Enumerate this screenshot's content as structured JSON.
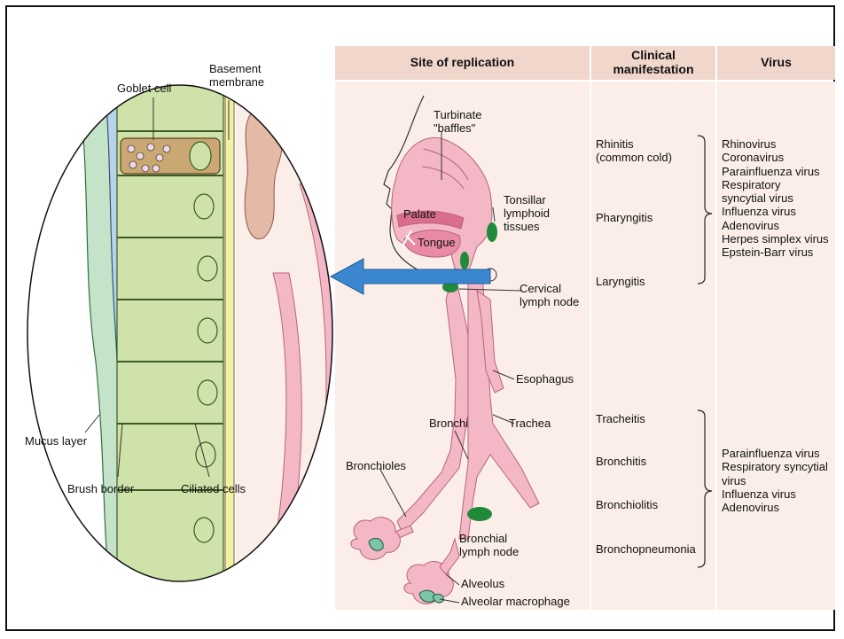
{
  "table": {
    "headers": {
      "site": "Site of replication",
      "clinical": "Clinical\nmanifestation",
      "virus": "Virus"
    },
    "upper": {
      "manifestations": [
        "Rhinitis\n(common cold)",
        "Pharyngitis",
        "Laryngitis"
      ],
      "viruses": "Rhinovirus\nCoronavirus\nParainfluenza virus\nRespiratory\nsyncytial virus\nInfluenza virus\nAdenovirus\nHerpes simplex virus\nEpstein-Barr virus"
    },
    "lower": {
      "manifestations": [
        "Tracheitis",
        "Bronchitis",
        "Bronchiolitis",
        "Bronchopneumonia"
      ],
      "viruses": "Parainfluenza virus\nRespiratory syncytial\nvirus\nInfluenza virus\nAdenovirus"
    }
  },
  "airway_labels": {
    "turbinate": "Turbinate\n\"baffles\"",
    "tonsillar": "Tonsillar\nlymphoid\ntissues",
    "palate": "Palate",
    "tongue": "Tongue",
    "cervical": "Cervical\nlymph node",
    "esophagus": "Esophagus",
    "trachea": "Trachea",
    "bronchi": "Bronchi",
    "bronchioles": "Bronchioles",
    "bronchial": "Bronchial\nlymph node",
    "alveolus": "Alveolus",
    "macrophage": "Alveolar macrophage"
  },
  "epithelium_labels": {
    "goblet": "Goblet cell",
    "basement": "Basement\nmembrane",
    "mucus": "Mucus layer",
    "brush": "Brush border",
    "ciliated": "Ciliated cells"
  },
  "colors": {
    "table_header_bg": "#f0d6cb",
    "table_body_bg": "#fbeee9",
    "airway_pink": "#f4b7c6",
    "cell_green": "#cfe2a9",
    "goblet_tan": "#c9a873",
    "mucus_green": "#c4e3c8",
    "lymph_green": "#1f8a3a",
    "arrow_blue": "#3b87cf"
  }
}
